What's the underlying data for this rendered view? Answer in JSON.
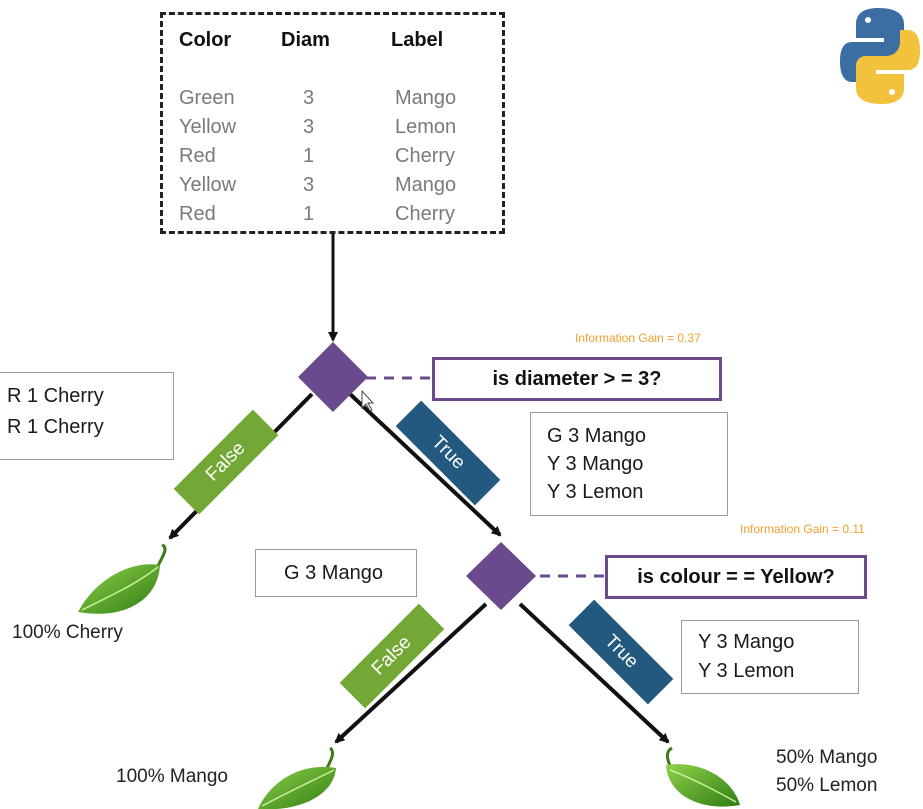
{
  "table": {
    "headers": [
      "Color",
      "Diam",
      "Label"
    ],
    "rows": [
      [
        "Green",
        "3",
        "Mango"
      ],
      [
        "Yellow",
        "3",
        "Lemon"
      ],
      [
        "Red",
        "1",
        "Cherry"
      ],
      [
        "Yellow",
        "3",
        "Mango"
      ],
      [
        "Red",
        "1",
        "Cherry"
      ]
    ]
  },
  "node1": {
    "question": "is diameter > = 3?",
    "info_gain": "Information Gain = 0.37",
    "false_label": "False",
    "true_label": "True",
    "false_rows": [
      "R   1  Cherry",
      "R   1  Cherry"
    ],
    "true_rows": [
      "G    3    Mango",
      "Y    3    Mango",
      "Y    3    Lemon"
    ]
  },
  "node2": {
    "question": "is colour = = Yellow?",
    "info_gain": "Information Gain = 0.11",
    "false_label": "False",
    "true_label": "True",
    "false_rows": [
      "G   3 Mango"
    ],
    "true_rows": [
      "Y   3  Mango",
      "Y   3  Lemon"
    ]
  },
  "leaves": {
    "cherry": "100% Cherry",
    "mango": "100% Mango",
    "mixed_1": "50% Mango",
    "mixed_2": "50% Lemon"
  },
  "colors": {
    "diamond": "#6a4a8c",
    "false_tag": "#74a836",
    "true_tag": "#23597e",
    "gain_text": "#f0a030",
    "leaf": "#4a9a1c"
  },
  "icons": {
    "logo": "python-logo-icon",
    "leaf": "leaf-icon",
    "cursor": "mouse-pointer-icon"
  }
}
